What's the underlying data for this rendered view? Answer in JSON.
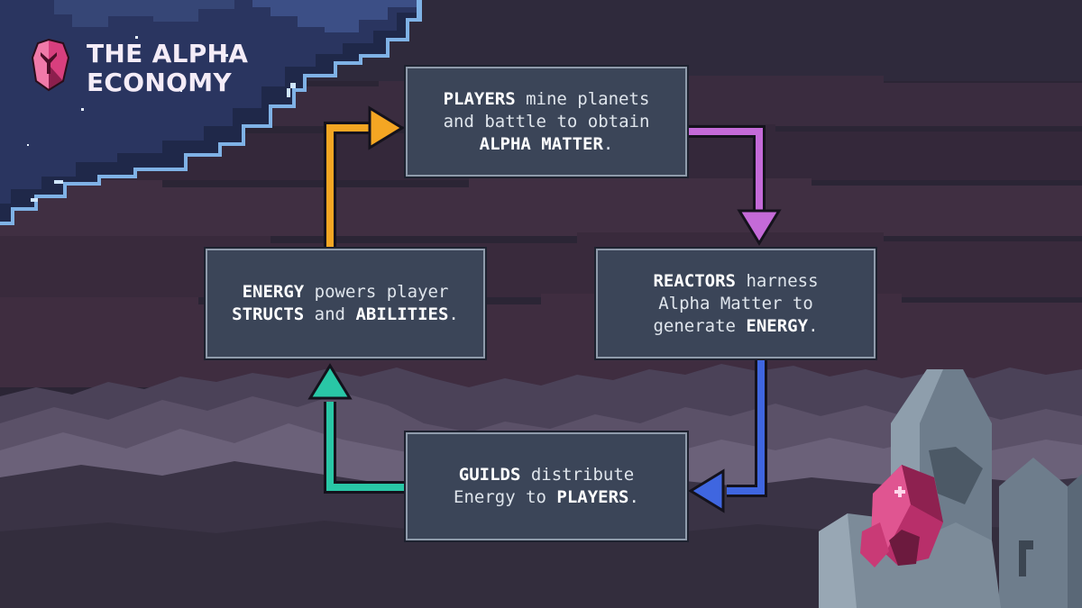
{
  "brand": {
    "title_line1": "THE ALPHA",
    "title_line2": "ECONOMY",
    "icon": "alpha-crystal-icon",
    "crystal_color": "#d83f7e"
  },
  "colors": {
    "arrow_players_to_reactors": "#c46ad8",
    "arrow_reactors_to_guilds": "#3f66e0",
    "arrow_guilds_to_energy": "#29c7a6",
    "arrow_energy_to_players": "#f4a623",
    "box_fill": "#3b4558",
    "box_border": "#8f9bab"
  },
  "diagram": {
    "nodes": [
      {
        "id": "players",
        "lines": [
          [
            {
              "t": "PLAYERS",
              "b": true
            },
            {
              "t": " mine planets"
            }
          ],
          [
            {
              "t": "and battle to obtain"
            }
          ],
          [
            {
              "t": "ALPHA MATTER",
              "b": true
            },
            {
              "t": "."
            }
          ]
        ]
      },
      {
        "id": "reactors",
        "lines": [
          [
            {
              "t": "REACTORS",
              "b": true
            },
            {
              "t": " harness"
            }
          ],
          [
            {
              "t": "Alpha Matter to"
            }
          ],
          [
            {
              "t": "generate "
            },
            {
              "t": "ENERGY",
              "b": true
            },
            {
              "t": "."
            }
          ]
        ]
      },
      {
        "id": "guilds",
        "lines": [
          [
            {
              "t": "GUILDS",
              "b": true
            },
            {
              "t": " distribute"
            }
          ],
          [
            {
              "t": "Energy to "
            },
            {
              "t": "PLAYERS",
              "b": true
            },
            {
              "t": "."
            }
          ]
        ]
      },
      {
        "id": "energy",
        "lines": [
          [
            {
              "t": "ENERGY",
              "b": true
            },
            {
              "t": " powers player"
            }
          ],
          [
            {
              "t": "STRUCTS",
              "b": true
            },
            {
              "t": " and "
            },
            {
              "t": "ABILITIES",
              "b": true
            },
            {
              "t": "."
            }
          ]
        ]
      }
    ],
    "edges": [
      {
        "from": "players",
        "to": "reactors",
        "color": "#c46ad8"
      },
      {
        "from": "reactors",
        "to": "guilds",
        "color": "#3f66e0"
      },
      {
        "from": "guilds",
        "to": "energy",
        "color": "#29c7a6"
      },
      {
        "from": "energy",
        "to": "players",
        "color": "#f4a623"
      }
    ]
  }
}
